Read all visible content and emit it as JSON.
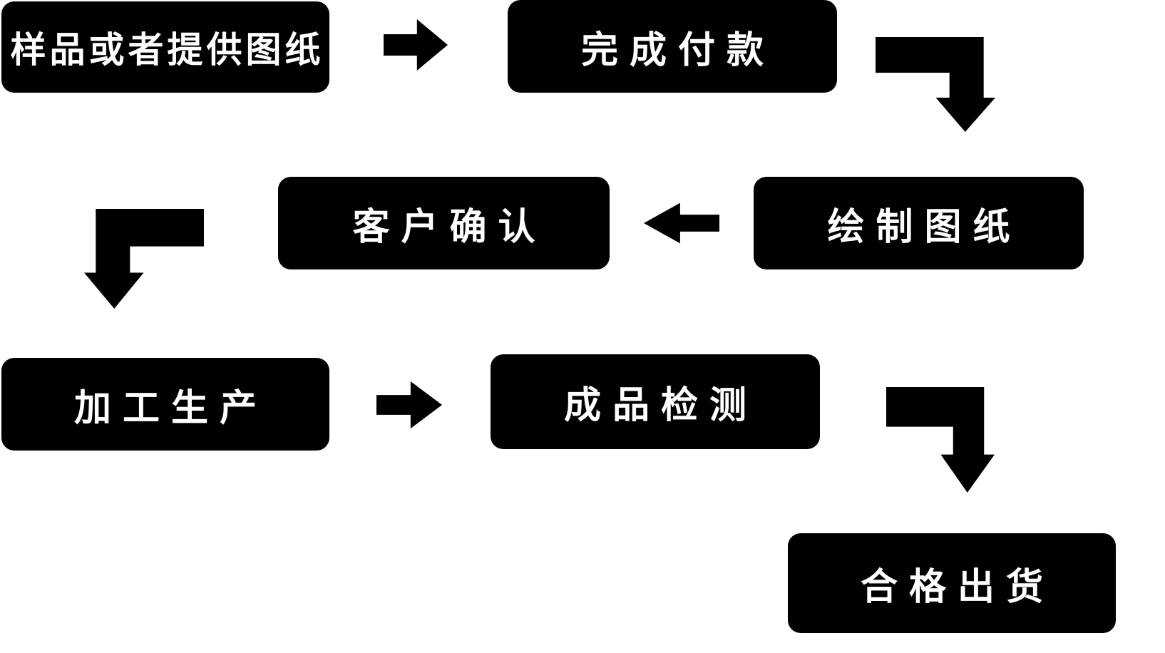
{
  "diagram": {
    "type": "flowchart",
    "colors": {
      "node_background": "#000000",
      "node_text": "#ffffff",
      "arrow": "#000000",
      "page_background": "#ffffff"
    },
    "nodes": [
      {
        "id": "node-1",
        "label": "样品或者提供图纸"
      },
      {
        "id": "node-2",
        "label": "完成付款"
      },
      {
        "id": "node-3",
        "label": "绘制图纸"
      },
      {
        "id": "node-4",
        "label": "客户确认"
      },
      {
        "id": "node-5",
        "label": "加工生产"
      },
      {
        "id": "node-6",
        "label": "成品检测"
      },
      {
        "id": "node-7",
        "label": "合格出货"
      }
    ],
    "edges": [
      {
        "from": "样品或者提供图纸",
        "to": "完成付款",
        "shape": "right-arrow"
      },
      {
        "from": "完成付款",
        "to": "绘制图纸",
        "shape": "elbow-right-down"
      },
      {
        "from": "绘制图纸",
        "to": "客户确认",
        "shape": "left-arrow"
      },
      {
        "from": "客户确认",
        "to": "加工生产",
        "shape": "elbow-left-down"
      },
      {
        "from": "加工生产",
        "to": "成品检测",
        "shape": "right-arrow"
      },
      {
        "from": "成品检测",
        "to": "合格出货",
        "shape": "elbow-right-down"
      }
    ]
  }
}
